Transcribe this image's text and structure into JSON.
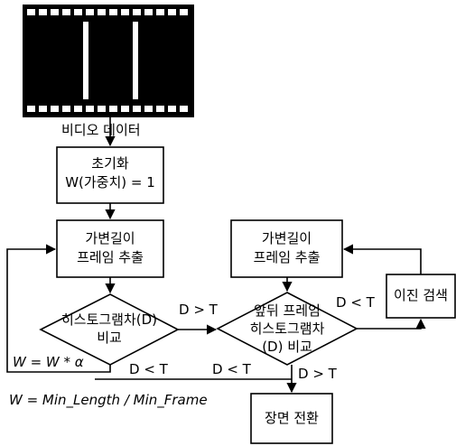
{
  "video_label": "비디오 데이터",
  "init": {
    "line1": "초기화",
    "line2": "W(가중치) = 1"
  },
  "variable_frame_left": {
    "line1": "가변길이",
    "line2": "프레임 추출"
  },
  "variable_frame_right": {
    "line1": "가변길이",
    "line2": "프레임 추출"
  },
  "compare_left": {
    "line1": "히스토그램차(D)",
    "line2": "비교"
  },
  "compare_right": {
    "line1": "앞뒤 프레임",
    "line2": "히스토그램차",
    "line3": "(D) 비교"
  },
  "binary_search": "이진 검색",
  "scene_change": "장면 전환",
  "edge_labels": {
    "left_to_right": "D > T",
    "left_down": "D < T",
    "right_down_a": "D < T",
    "right_to_search": "D < T",
    "right_to_scene": "D > T"
  },
  "formula_update": "W = W * α",
  "formula_w": "W = Min_Length / Min_Frame"
}
